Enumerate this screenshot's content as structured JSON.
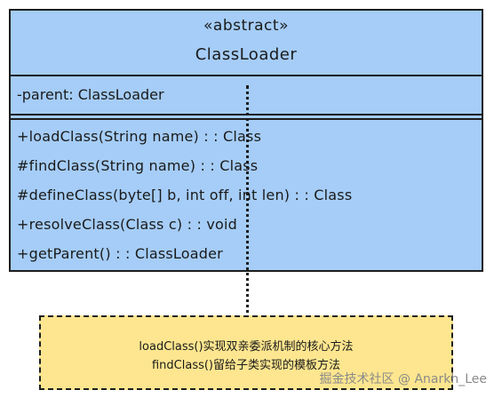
{
  "class_box": {
    "stereotype": "«abstract»",
    "name": "ClassLoader",
    "attributes": [
      "-parent: ClassLoader"
    ],
    "methods": [
      "+loadClass(String name) : : Class",
      "#findClass(String name) : : Class",
      "#defineClass(byte[] b, int off, int len) : : Class",
      "+resolveClass(Class c) : : void",
      "+getParent() : : ClassLoader"
    ],
    "fill_color": "#a5cdf7"
  },
  "note": {
    "lines": [
      "loadClass()实现双亲委派机制的核心方法",
      "findClass()留给子类实现的模板方法"
    ],
    "fill_color": "#fde68f"
  },
  "watermark": "掘金技术社区 @ Anarkh_Lee"
}
